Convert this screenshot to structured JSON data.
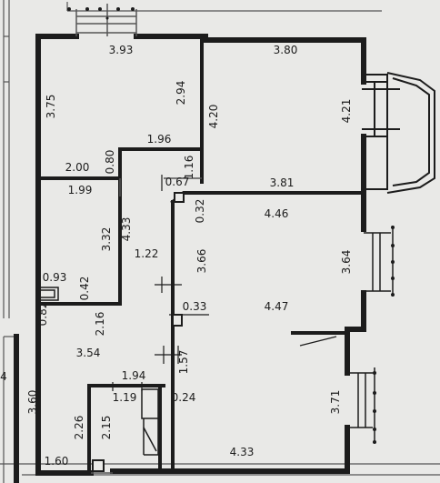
{
  "colors": {
    "paper": "#e9e9e7",
    "ink": "#1c1c1c",
    "thin": "#555555"
  },
  "dimensions": [
    "3.93",
    "3.80",
    "3.75",
    "2.94",
    "4.20",
    "4.21",
    "1.96",
    "0.80",
    "2.00",
    "1.16",
    "0.67",
    "0.32",
    "3.81",
    "1.99",
    "4.46",
    "3.32",
    "4.33",
    "1.22",
    "3.66",
    "3.64",
    "0.93",
    "0.42",
    "0.82",
    "2.16",
    "0.33",
    "4.47",
    "3.54",
    "1.57",
    "1.94",
    "1.19",
    "0.24",
    "3.60",
    "2.26",
    "2.15",
    "3.71",
    "1.60",
    "4.33",
    "4"
  ]
}
